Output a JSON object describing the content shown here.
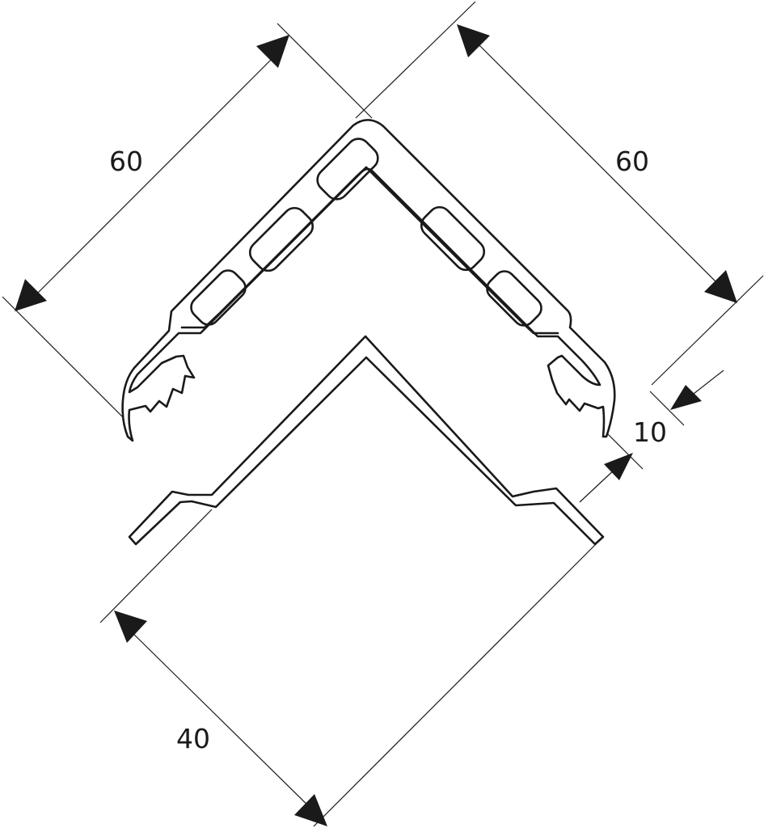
{
  "diagram": {
    "dimensions": [
      {
        "id": "top-left",
        "label": "60"
      },
      {
        "id": "top-right",
        "label": "60"
      },
      {
        "id": "thickness",
        "label": "10"
      },
      {
        "id": "bottom",
        "label": "40"
      }
    ],
    "colors": {
      "line": "#1a1a1a",
      "background": "#ffffff"
    }
  }
}
